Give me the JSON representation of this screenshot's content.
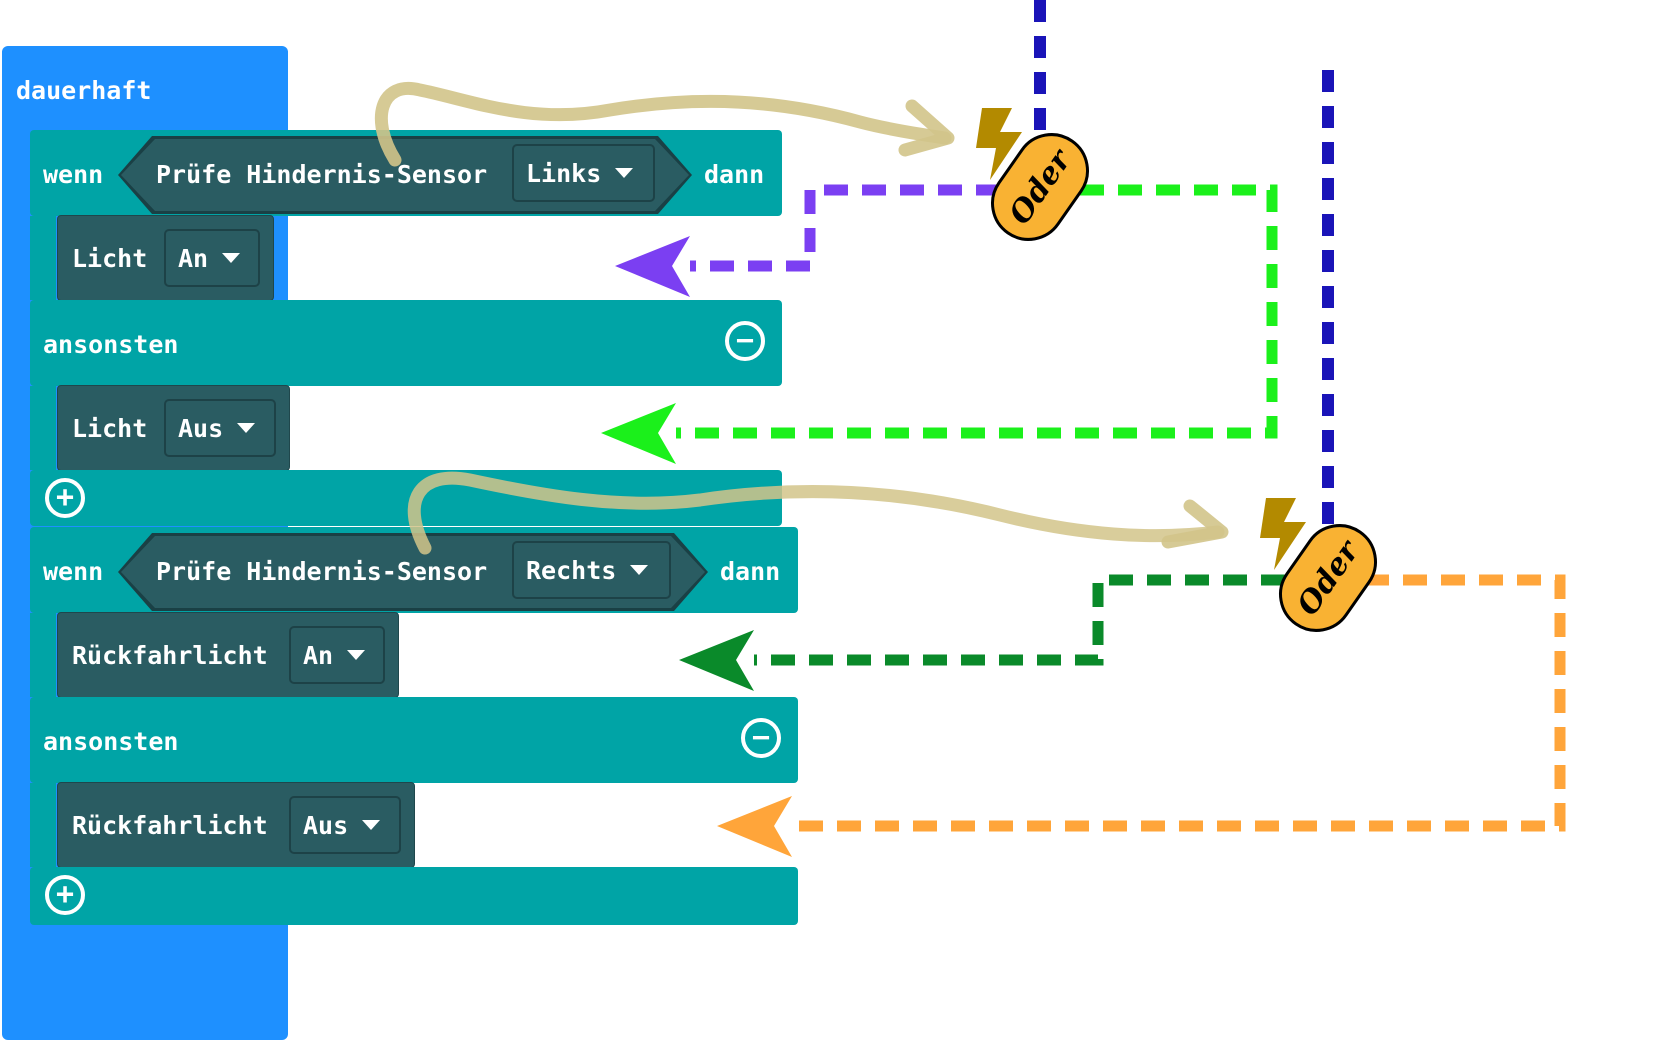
{
  "loop": {
    "label": "dauerhaft"
  },
  "if_blocks": [
    {
      "if_label": "wenn",
      "condition": {
        "label": "Prüfe Hindernis-Sensor",
        "dropdown": "Links"
      },
      "then_label": "dann",
      "then_action": {
        "label": "Licht",
        "value": "An"
      },
      "else_label": "ansonsten",
      "else_action": {
        "label": "Licht",
        "value": "Aus"
      }
    },
    {
      "if_label": "wenn",
      "condition": {
        "label": "Prüfe Hindernis-Sensor",
        "dropdown": "Rechts"
      },
      "then_label": "dann",
      "then_action": {
        "label": "Rückfahrlicht",
        "value": "An"
      },
      "else_label": "ansonsten",
      "else_action": {
        "label": "Rückfahrlicht",
        "value": "Aus"
      }
    }
  ],
  "badges": [
    {
      "label": "Oder"
    },
    {
      "label": "Oder"
    }
  ],
  "colors": {
    "loop": "#1e90ff",
    "if_block": "#00a4a6",
    "statement": "#2a5c62",
    "badge": "#f9b233",
    "bolt": "#b38a00",
    "arrow_purple": "#7b3ff2",
    "arrow_lime": "#1bf01b",
    "arrow_darkgreen": "#0a8a2a",
    "arrow_orange": "#ffa53a",
    "line_blue": "#1a14b8",
    "squiggle": "#d2c48a"
  }
}
